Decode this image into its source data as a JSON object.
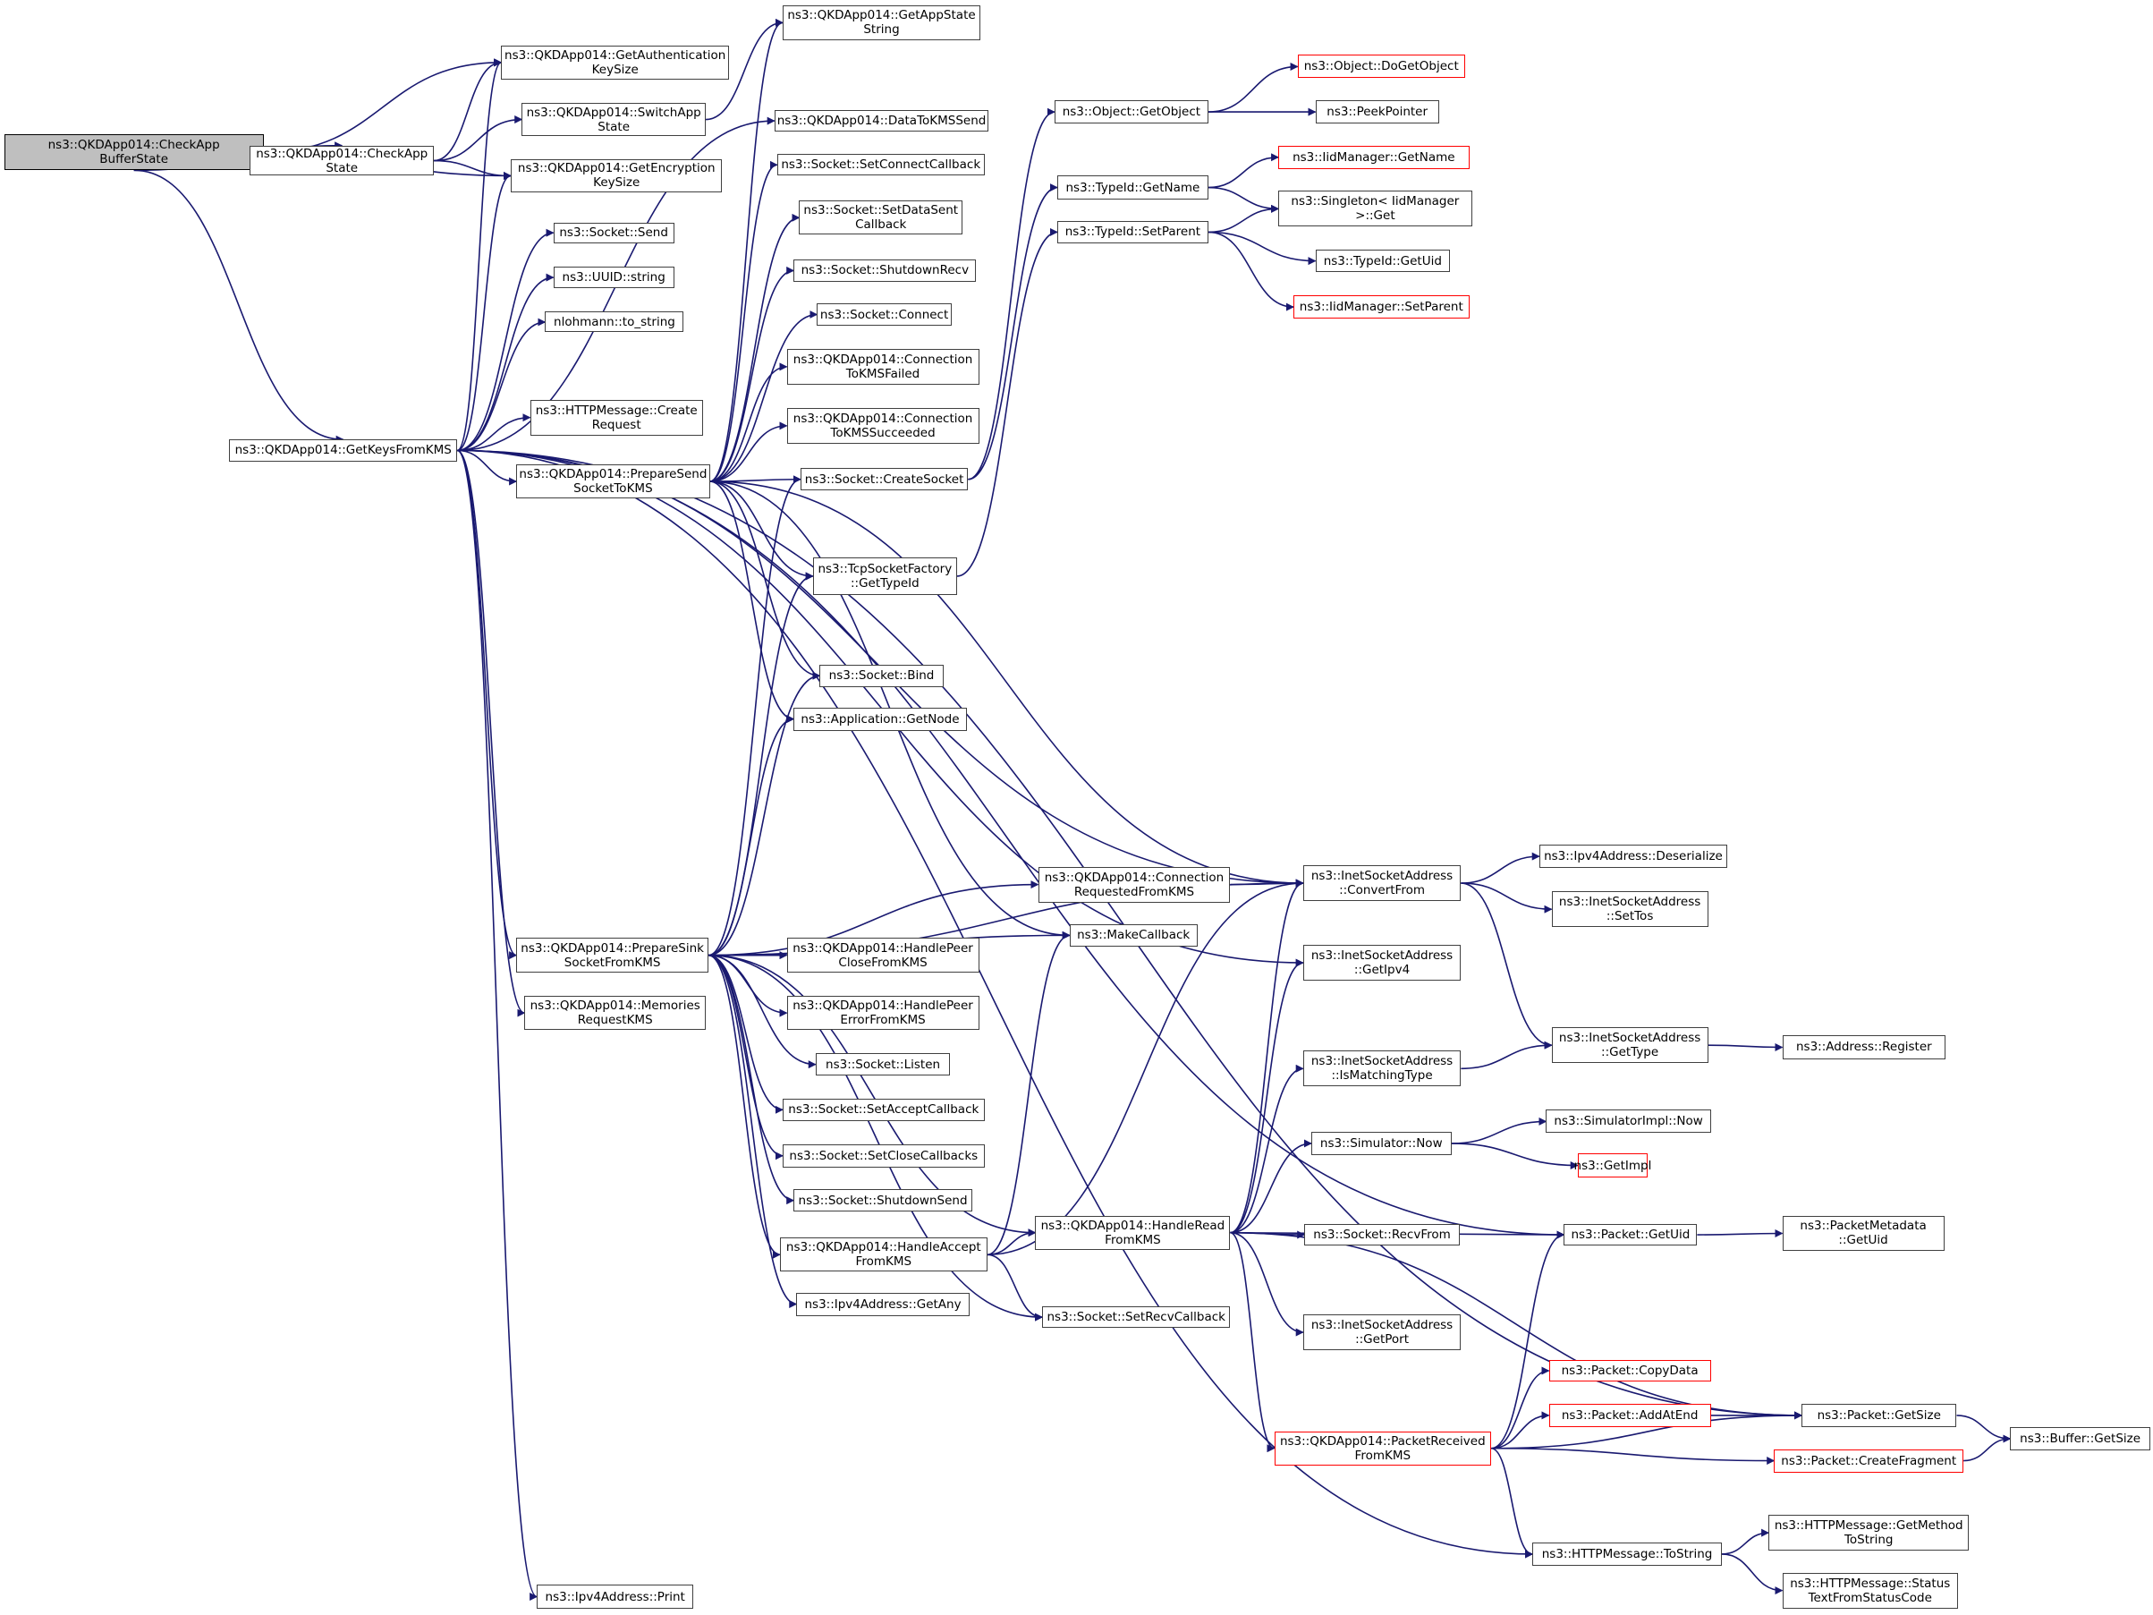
{
  "graph": {
    "type": "call-graph",
    "colors": {
      "edge": "#191970",
      "node_border": "#404040",
      "truncated_border": "#ff0000",
      "root_fill": "#bfbfbf"
    },
    "nodes": [
      {
        "id": "root",
        "label": "ns3::QKDApp014::CheckApp\nBufferState",
        "kind": "root"
      },
      {
        "id": "checkAppState",
        "label": "ns3::QKDApp014::CheckApp\nState"
      },
      {
        "id": "getAuthKeySize",
        "label": "ns3::QKDApp014::GetAuthentication\nKeySize"
      },
      {
        "id": "switchAppState",
        "label": "ns3::QKDApp014::SwitchApp\nState"
      },
      {
        "id": "getEncKeySize",
        "label": "ns3::QKDApp014::GetEncryption\nKeySize"
      },
      {
        "id": "socketSend",
        "label": "ns3::Socket::Send"
      },
      {
        "id": "uuidString",
        "label": "ns3::UUID::string"
      },
      {
        "id": "nlohmannToString",
        "label": "nlohmann::to_string"
      },
      {
        "id": "getKeysFromKMS",
        "label": "ns3::QKDApp014::GetKeysFromKMS"
      },
      {
        "id": "createRequest",
        "label": "ns3::HTTPMessage::Create\nRequest"
      },
      {
        "id": "prepareSend",
        "label": "ns3::QKDApp014::PrepareSend\nSocketToKMS"
      },
      {
        "id": "getAppStateString",
        "label": "ns3::QKDApp014::GetAppState\nString"
      },
      {
        "id": "dataToKMSSend",
        "label": "ns3::QKDApp014::DataToKMSSend"
      },
      {
        "id": "setConnectCallback",
        "label": "ns3::Socket::SetConnectCallback"
      },
      {
        "id": "setDataSentCallback",
        "label": "ns3::Socket::SetDataSent\nCallback"
      },
      {
        "id": "shutdownRecv",
        "label": "ns3::Socket::ShutdownRecv"
      },
      {
        "id": "socketConnect",
        "label": "ns3::Socket::Connect"
      },
      {
        "id": "connFailed",
        "label": "ns3::QKDApp014::Connection\nToKMSFailed"
      },
      {
        "id": "connSucceeded",
        "label": "ns3::QKDApp014::Connection\nToKMSSucceeded"
      },
      {
        "id": "createSocket",
        "label": "ns3::Socket::CreateSocket"
      },
      {
        "id": "tcpGetTypeId",
        "label": "ns3::TcpSocketFactory\n::GetTypeId"
      },
      {
        "id": "socketBind",
        "label": "ns3::Socket::Bind"
      },
      {
        "id": "getNode",
        "label": "ns3::Application::GetNode"
      },
      {
        "id": "getObject",
        "label": "ns3::Object::GetObject"
      },
      {
        "id": "doGetObject",
        "label": "ns3::Object::DoGetObject",
        "kind": "truncated"
      },
      {
        "id": "peekPointer",
        "label": "ns3::PeekPointer"
      },
      {
        "id": "typeIdGetName",
        "label": "ns3::TypeId::GetName"
      },
      {
        "id": "iidGetName",
        "label": "ns3::IidManager::GetName",
        "kind": "truncated"
      },
      {
        "id": "singletonGet",
        "label": "ns3::Singleton< IidManager\n>::Get"
      },
      {
        "id": "typeIdSetParent",
        "label": "ns3::TypeId::SetParent"
      },
      {
        "id": "typeIdGetUid",
        "label": "ns3::TypeId::GetUid"
      },
      {
        "id": "iidSetParent",
        "label": "ns3::IidManager::SetParent",
        "kind": "truncated"
      },
      {
        "id": "convertFrom",
        "label": "ns3::InetSocketAddress\n::ConvertFrom"
      },
      {
        "id": "connRequested",
        "label": "ns3::QKDApp014::Connection\nRequestedFromKMS"
      },
      {
        "id": "makeCallback",
        "label": "ns3::MakeCallback"
      },
      {
        "id": "getIpv4",
        "label": "ns3::InetSocketAddress\n::GetIpv4"
      },
      {
        "id": "prepareSink",
        "label": "ns3::QKDApp014::PrepareSink\nSocketFromKMS"
      },
      {
        "id": "handlePeerClose",
        "label": "ns3::QKDApp014::HandlePeer\nCloseFromKMS"
      },
      {
        "id": "memoriesRequest",
        "label": "ns3::QKDApp014::Memories\nRequestKMS"
      },
      {
        "id": "handlePeerError",
        "label": "ns3::QKDApp014::HandlePeer\nErrorFromKMS"
      },
      {
        "id": "socketListen",
        "label": "ns3::Socket::Listen"
      },
      {
        "id": "setAcceptCallback",
        "label": "ns3::Socket::SetAcceptCallback"
      },
      {
        "id": "setCloseCallbacks",
        "label": "ns3::Socket::SetCloseCallbacks"
      },
      {
        "id": "shutdownSend",
        "label": "ns3::Socket::ShutdownSend"
      },
      {
        "id": "handleAccept",
        "label": "ns3::QKDApp014::HandleAccept\nFromKMS"
      },
      {
        "id": "ipv4GetAny",
        "label": "ns3::Ipv4Address::GetAny"
      },
      {
        "id": "ipv4Print",
        "label": "ns3::Ipv4Address::Print"
      },
      {
        "id": "ipv4Deserialize",
        "label": "ns3::Ipv4Address::Deserialize"
      },
      {
        "id": "setTos",
        "label": "ns3::InetSocketAddress\n::SetTos"
      },
      {
        "id": "isMatchingType",
        "label": "ns3::InetSocketAddress\n::IsMatchingType"
      },
      {
        "id": "getType",
        "label": "ns3::InetSocketAddress\n::GetType"
      },
      {
        "id": "addressRegister",
        "label": "ns3::Address::Register"
      },
      {
        "id": "simulatorNow",
        "label": "ns3::Simulator::Now"
      },
      {
        "id": "simulatorImplNow",
        "label": "ns3::SimulatorImpl::Now"
      },
      {
        "id": "getImpl",
        "label": "ns3::GetImpl",
        "kind": "truncated"
      },
      {
        "id": "handleRead",
        "label": "ns3::QKDApp014::HandleRead\nFromKMS"
      },
      {
        "id": "recvFrom",
        "label": "ns3::Socket::RecvFrom"
      },
      {
        "id": "setRecvCallback",
        "label": "ns3::Socket::SetRecvCallback"
      },
      {
        "id": "getPort",
        "label": "ns3::InetSocketAddress\n::GetPort"
      },
      {
        "id": "packetReceived",
        "label": "ns3::QKDApp014::PacketReceived\nFromKMS",
        "kind": "truncated"
      },
      {
        "id": "packetGetUid",
        "label": "ns3::Packet::GetUid"
      },
      {
        "id": "metadataGetUid",
        "label": "ns3::PacketMetadata\n::GetUid"
      },
      {
        "id": "copyData",
        "label": "ns3::Packet::CopyData",
        "kind": "truncated"
      },
      {
        "id": "addAtEnd",
        "label": "ns3::Packet::AddAtEnd",
        "kind": "truncated"
      },
      {
        "id": "packetGetSize",
        "label": "ns3::Packet::GetSize"
      },
      {
        "id": "createFragment",
        "label": "ns3::Packet::CreateFragment",
        "kind": "truncated"
      },
      {
        "id": "bufferGetSize",
        "label": "ns3::Buffer::GetSize"
      },
      {
        "id": "httpToString",
        "label": "ns3::HTTPMessage::ToString"
      },
      {
        "id": "getMethodToString",
        "label": "ns3::HTTPMessage::GetMethod\nToString"
      },
      {
        "id": "statusText",
        "label": "ns3::HTTPMessage::Status\nTextFromStatusCode"
      }
    ],
    "edges": [
      [
        "root",
        "getAuthKeySize"
      ],
      [
        "root",
        "checkAppState"
      ],
      [
        "root",
        "getEncKeySize"
      ],
      [
        "root",
        "getKeysFromKMS"
      ],
      [
        "checkAppState",
        "getAuthKeySize"
      ],
      [
        "checkAppState",
        "switchAppState"
      ],
      [
        "checkAppState",
        "getEncKeySize"
      ],
      [
        "switchAppState",
        "getAppStateString"
      ],
      [
        "getKeysFromKMS",
        "getAuthKeySize"
      ],
      [
        "getKeysFromKMS",
        "getEncKeySize"
      ],
      [
        "getKeysFromKMS",
        "socketSend"
      ],
      [
        "getKeysFromKMS",
        "uuidString"
      ],
      [
        "getKeysFromKMS",
        "nlohmannToString"
      ],
      [
        "getKeysFromKMS",
        "dataToKMSSend"
      ],
      [
        "getKeysFromKMS",
        "createRequest"
      ],
      [
        "getKeysFromKMS",
        "prepareSend"
      ],
      [
        "getKeysFromKMS",
        "convertFrom"
      ],
      [
        "getKeysFromKMS",
        "getIpv4"
      ],
      [
        "getKeysFromKMS",
        "prepareSink"
      ],
      [
        "getKeysFromKMS",
        "memoriesRequest"
      ],
      [
        "getKeysFromKMS",
        "packetGetUid"
      ],
      [
        "getKeysFromKMS",
        "packetGetSize"
      ],
      [
        "getKeysFromKMS",
        "httpToString"
      ],
      [
        "getKeysFromKMS",
        "ipv4Print"
      ],
      [
        "prepareSend",
        "setConnectCallback"
      ],
      [
        "prepareSend",
        "setDataSentCallback"
      ],
      [
        "prepareSend",
        "shutdownRecv"
      ],
      [
        "prepareSend",
        "socketConnect"
      ],
      [
        "prepareSend",
        "connFailed"
      ],
      [
        "prepareSend",
        "connSucceeded"
      ],
      [
        "prepareSend",
        "createSocket"
      ],
      [
        "prepareSend",
        "tcpGetTypeId"
      ],
      [
        "prepareSend",
        "socketBind"
      ],
      [
        "prepareSend",
        "getNode"
      ],
      [
        "prepareSend",
        "convertFrom"
      ],
      [
        "prepareSend",
        "makeCallback"
      ],
      [
        "prepareSend",
        "getAppStateString"
      ],
      [
        "createSocket",
        "getObject"
      ],
      [
        "getObject",
        "doGetObject"
      ],
      [
        "getObject",
        "peekPointer"
      ],
      [
        "tcpGetTypeId",
        "typeIdSetParent"
      ],
      [
        "typeIdGetName",
        "iidGetName"
      ],
      [
        "typeIdGetName",
        "singletonGet"
      ],
      [
        "typeIdSetParent",
        "singletonGet"
      ],
      [
        "typeIdSetParent",
        "typeIdGetUid"
      ],
      [
        "typeIdSetParent",
        "iidSetParent"
      ],
      [
        "createSocket",
        "typeIdGetName"
      ],
      [
        "prepareSink",
        "createSocket"
      ],
      [
        "prepareSink",
        "tcpGetTypeId"
      ],
      [
        "prepareSink",
        "socketBind"
      ],
      [
        "prepareSink",
        "getNode"
      ],
      [
        "prepareSink",
        "convertFrom"
      ],
      [
        "prepareSink",
        "connRequested"
      ],
      [
        "prepareSink",
        "makeCallback"
      ],
      [
        "prepareSink",
        "handlePeerClose"
      ],
      [
        "prepareSink",
        "handlePeerError"
      ],
      [
        "prepareSink",
        "socketListen"
      ],
      [
        "prepareSink",
        "setAcceptCallback"
      ],
      [
        "prepareSink",
        "setCloseCallbacks"
      ],
      [
        "prepareSink",
        "shutdownSend"
      ],
      [
        "prepareSink",
        "handleAccept"
      ],
      [
        "prepareSink",
        "ipv4GetAny"
      ],
      [
        "prepareSink",
        "handleRead"
      ],
      [
        "prepareSink",
        "setRecvCallback"
      ],
      [
        "connRequested",
        "convertFrom"
      ],
      [
        "convertFrom",
        "ipv4Deserialize"
      ],
      [
        "convertFrom",
        "setTos"
      ],
      [
        "convertFrom",
        "getType"
      ],
      [
        "isMatchingType",
        "getType"
      ],
      [
        "getType",
        "addressRegister"
      ],
      [
        "simulatorNow",
        "simulatorImplNow"
      ],
      [
        "simulatorNow",
        "getImpl"
      ],
      [
        "handleAccept",
        "handleRead"
      ],
      [
        "handleAccept",
        "setRecvCallback"
      ],
      [
        "handleAccept",
        "makeCallback"
      ],
      [
        "handleAccept",
        "convertFrom"
      ],
      [
        "handleRead",
        "convertFrom"
      ],
      [
        "handleRead",
        "getIpv4"
      ],
      [
        "handleRead",
        "isMatchingType"
      ],
      [
        "handleRead",
        "simulatorNow"
      ],
      [
        "handleRead",
        "recvFrom"
      ],
      [
        "handleRead",
        "packetGetUid"
      ],
      [
        "handleRead",
        "packetGetSize"
      ],
      [
        "handleRead",
        "getPort"
      ],
      [
        "handleRead",
        "packetReceived"
      ],
      [
        "packetReceived",
        "packetGetUid"
      ],
      [
        "packetReceived",
        "copyData"
      ],
      [
        "packetReceived",
        "addAtEnd"
      ],
      [
        "packetReceived",
        "packetGetSize"
      ],
      [
        "packetReceived",
        "createFragment"
      ],
      [
        "packetReceived",
        "httpToString"
      ],
      [
        "packetGetUid",
        "metadataGetUid"
      ],
      [
        "addAtEnd",
        "packetGetSize"
      ],
      [
        "packetGetSize",
        "bufferGetSize"
      ],
      [
        "createFragment",
        "bufferGetSize"
      ],
      [
        "httpToString",
        "getMethodToString"
      ],
      [
        "httpToString",
        "statusText"
      ]
    ]
  }
}
